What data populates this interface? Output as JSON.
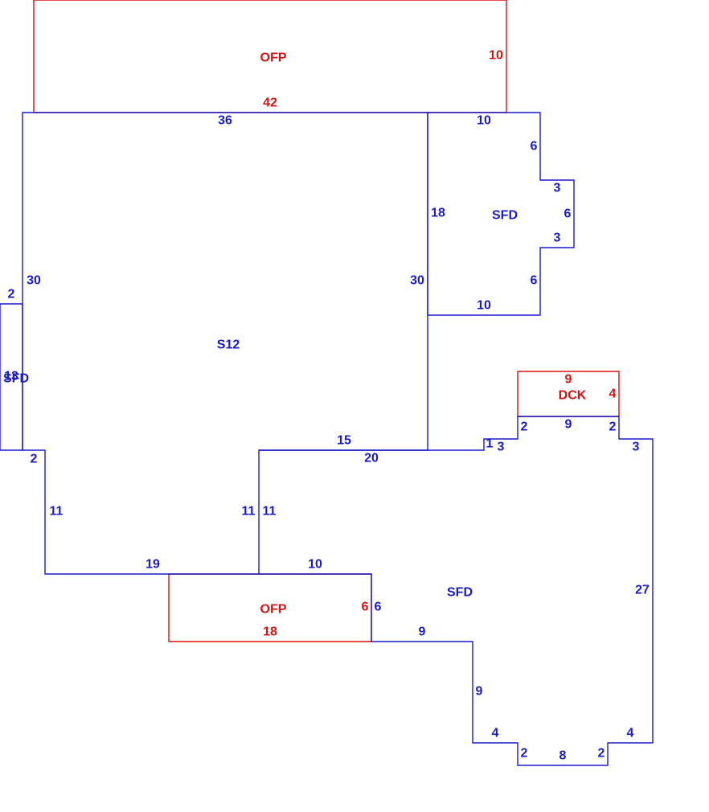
{
  "colors": {
    "sfd_outline": "#1a1acc",
    "ofp_outline": "#dd1111"
  },
  "areas": {
    "ofp_top": "OFP",
    "main": "S12",
    "sfd_right_upper": "SFD",
    "sfd_left_small": "SFD",
    "dck": "DCK",
    "sfd_lower": "SFD",
    "ofp_bottom": "OFP"
  },
  "dims": {
    "ofp_top_side": "10",
    "ofp_top_bottom": "42",
    "main_top": "36",
    "bump_top": "10",
    "bump_side_a": "6",
    "bump_step_a": "3",
    "bump_side_b": "6",
    "bump_step_b": "3",
    "bump_side_c": "6",
    "bump_bottom": "10",
    "bump_left": "18",
    "main_right": "30",
    "main_left": "30",
    "small_top": "2",
    "small_side": "13",
    "small_bottom": "2",
    "left_lower": "11",
    "inner_left": "11",
    "inner_right": "11",
    "lower_bottom_left": "19",
    "ledge_top": "15",
    "ledge_bottom": "20",
    "ofp_bottom_top": "10",
    "ofp_bottom_side": "6",
    "sfd_bottom_side": "6",
    "ofp_bottom_bottom": "18",
    "dck_top": "9",
    "dck_side": "4",
    "dck_bottom": "9",
    "notch_left": "2",
    "notch_right": "2",
    "step_small": "1",
    "step_three_left": "3",
    "step_three_right": "3",
    "right_long": "27",
    "lower_edge": "9",
    "lower_drop": "9",
    "lower_left_step": "4",
    "lower_right_step": "4",
    "base_left": "2",
    "base_mid": "8",
    "base_right": "2"
  }
}
